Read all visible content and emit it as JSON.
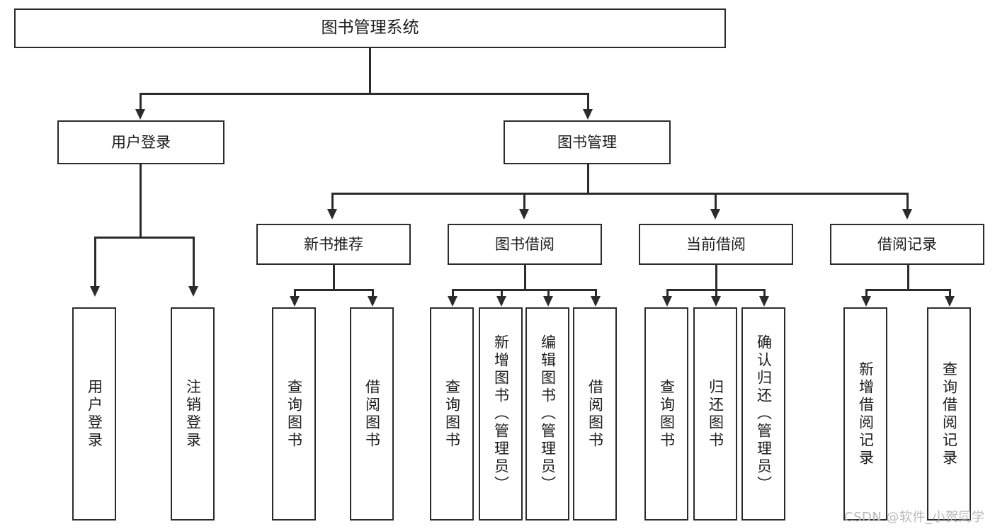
{
  "diagram": {
    "title": "图书管理系统",
    "watermark": "CSDN @软件_小贺同学",
    "line_color": "#2b2b2b",
    "box_fill": "#ffffff",
    "background": "#ffffff",
    "watermark_color": "#b9b9b9"
  },
  "root": {
    "label": "图书管理系统"
  },
  "level2": [
    {
      "label": "用户登录"
    },
    {
      "label": "图书管理"
    }
  ],
  "level3": [
    {
      "label": "新书推荐"
    },
    {
      "label": "图书借阅"
    },
    {
      "label": "当前借阅"
    },
    {
      "label": "借阅记录"
    }
  ],
  "leaves": {
    "user_login": [
      {
        "label": "用户登录"
      },
      {
        "label": "注销登录"
      }
    ],
    "new_book": [
      {
        "label": "查询图书"
      },
      {
        "label": "借阅图书"
      }
    ],
    "book_borrow": [
      {
        "label": "查询图书"
      },
      {
        "label": "新增图书（管理员）"
      },
      {
        "label": "编辑图书（管理员）"
      },
      {
        "label": "借阅图书"
      }
    ],
    "current_borrow": [
      {
        "label": "查询图书"
      },
      {
        "label": "归还图书"
      },
      {
        "label": "确认归还（管理员）"
      }
    ],
    "borrow_record": [
      {
        "label": "新增借阅记录"
      },
      {
        "label": "查询借阅记录"
      }
    ]
  }
}
